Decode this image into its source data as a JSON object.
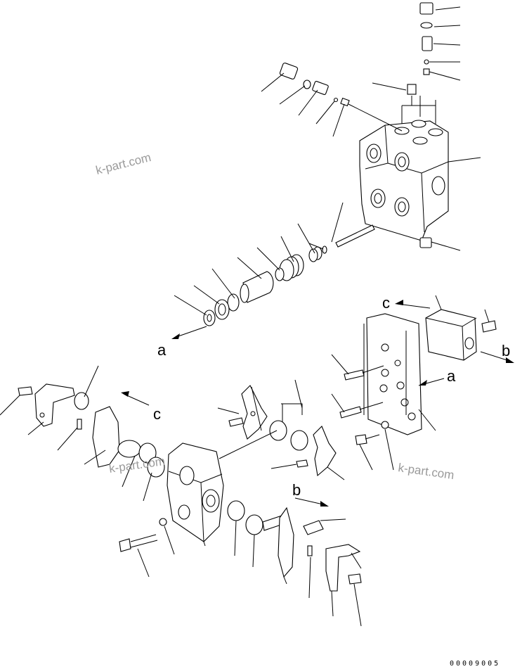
{
  "flow_labels": {
    "a": "a",
    "b": "b",
    "c": "c"
  },
  "watermark": "k-part.com",
  "drawing_code": "00009005",
  "colors": {
    "line": "#000000",
    "watermark": "#9a9a9a",
    "background": "#ffffff"
  }
}
